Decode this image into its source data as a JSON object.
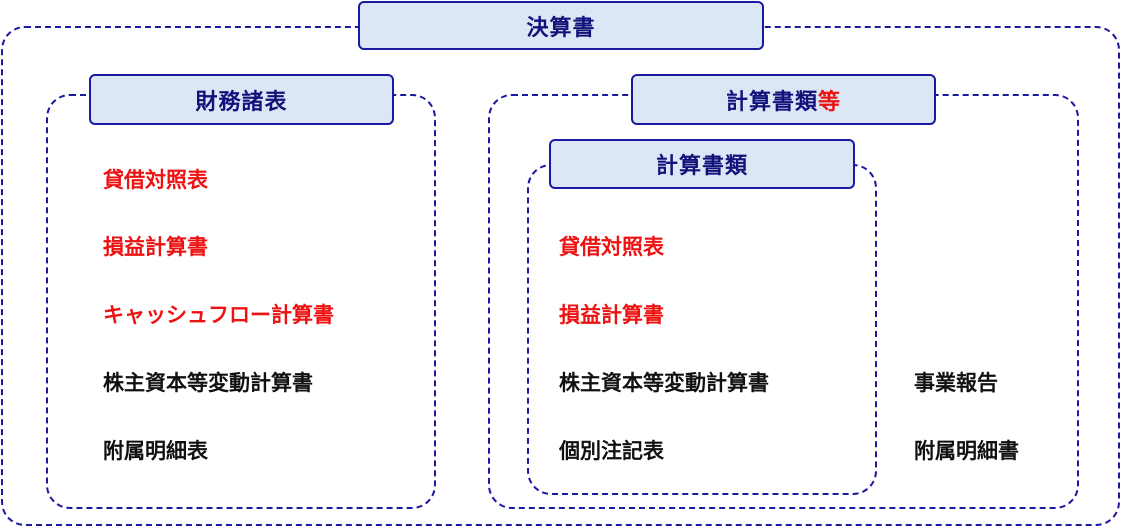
{
  "colors": {
    "border": "#1a1aa0",
    "label_bg": "#dbe7f5",
    "label_text": "#12127a",
    "highlight": "#ee1111",
    "normal": "#111111"
  },
  "outer": {
    "title": "決算書"
  },
  "financial_statements": {
    "title": "財務諸表",
    "items": [
      "貸借対照表",
      "損益計算書",
      "キャッシュフロー計算書",
      "株主資本等変動計算書",
      "附属明細表"
    ]
  },
  "documents_etc": {
    "title_main": "計算書類",
    "title_suffix": "等",
    "other_items": [
      "事業報告",
      "附属明細書"
    ]
  },
  "documents": {
    "title": "計算書類",
    "items": [
      "貸借対照表",
      "損益計算書",
      "株主資本等変動計算書",
      "個別注記表"
    ]
  }
}
